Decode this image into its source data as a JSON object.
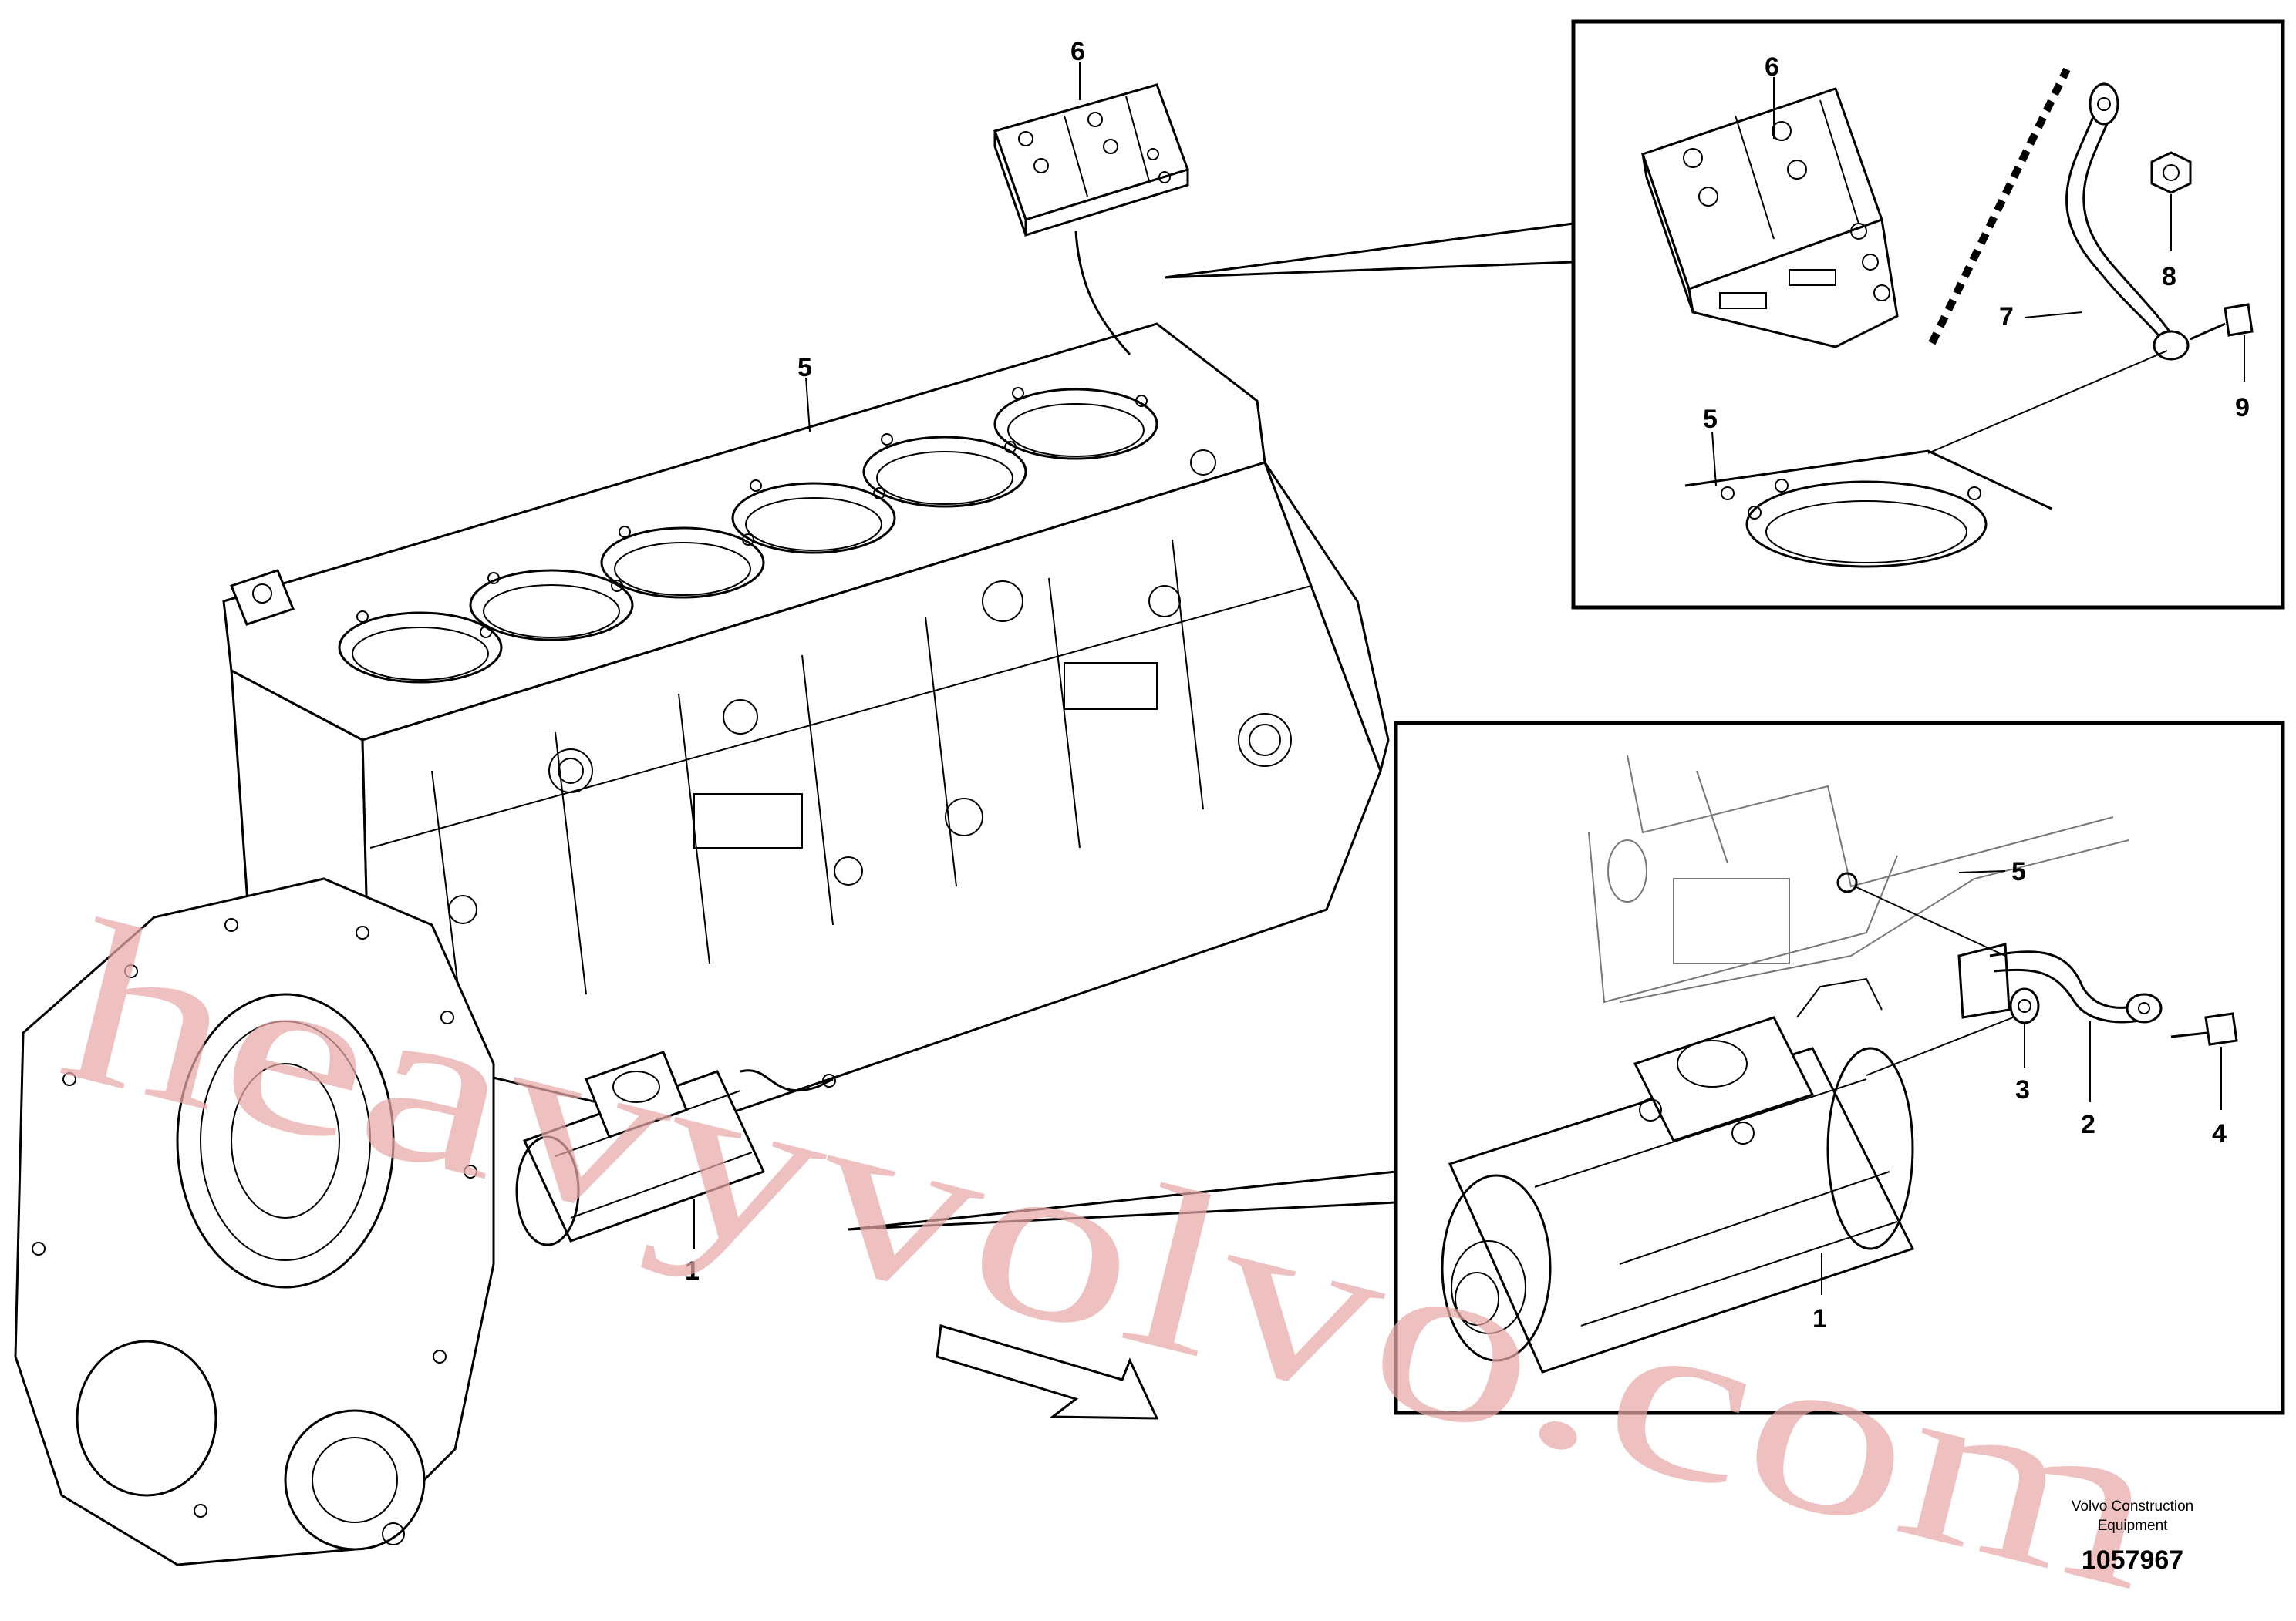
{
  "callouts": {
    "main_1": "1",
    "main_5": "5",
    "main_6": "6",
    "top_6": "6",
    "top_5": "5",
    "top_7": "7",
    "top_8": "8",
    "top_9": "9",
    "detail_1": "1",
    "detail_2": "2",
    "detail_3": "3",
    "detail_4": "4",
    "detail_5": "5"
  },
  "footer": {
    "company_line1": "Volvo Construction",
    "company_line2": "Equipment",
    "drawing_number": "1057967"
  },
  "watermark": {
    "text": "heavyvolvo.com",
    "color": "#e7a7a7"
  },
  "icons": {
    "direction_arrow": "outline-arrow-icon"
  }
}
